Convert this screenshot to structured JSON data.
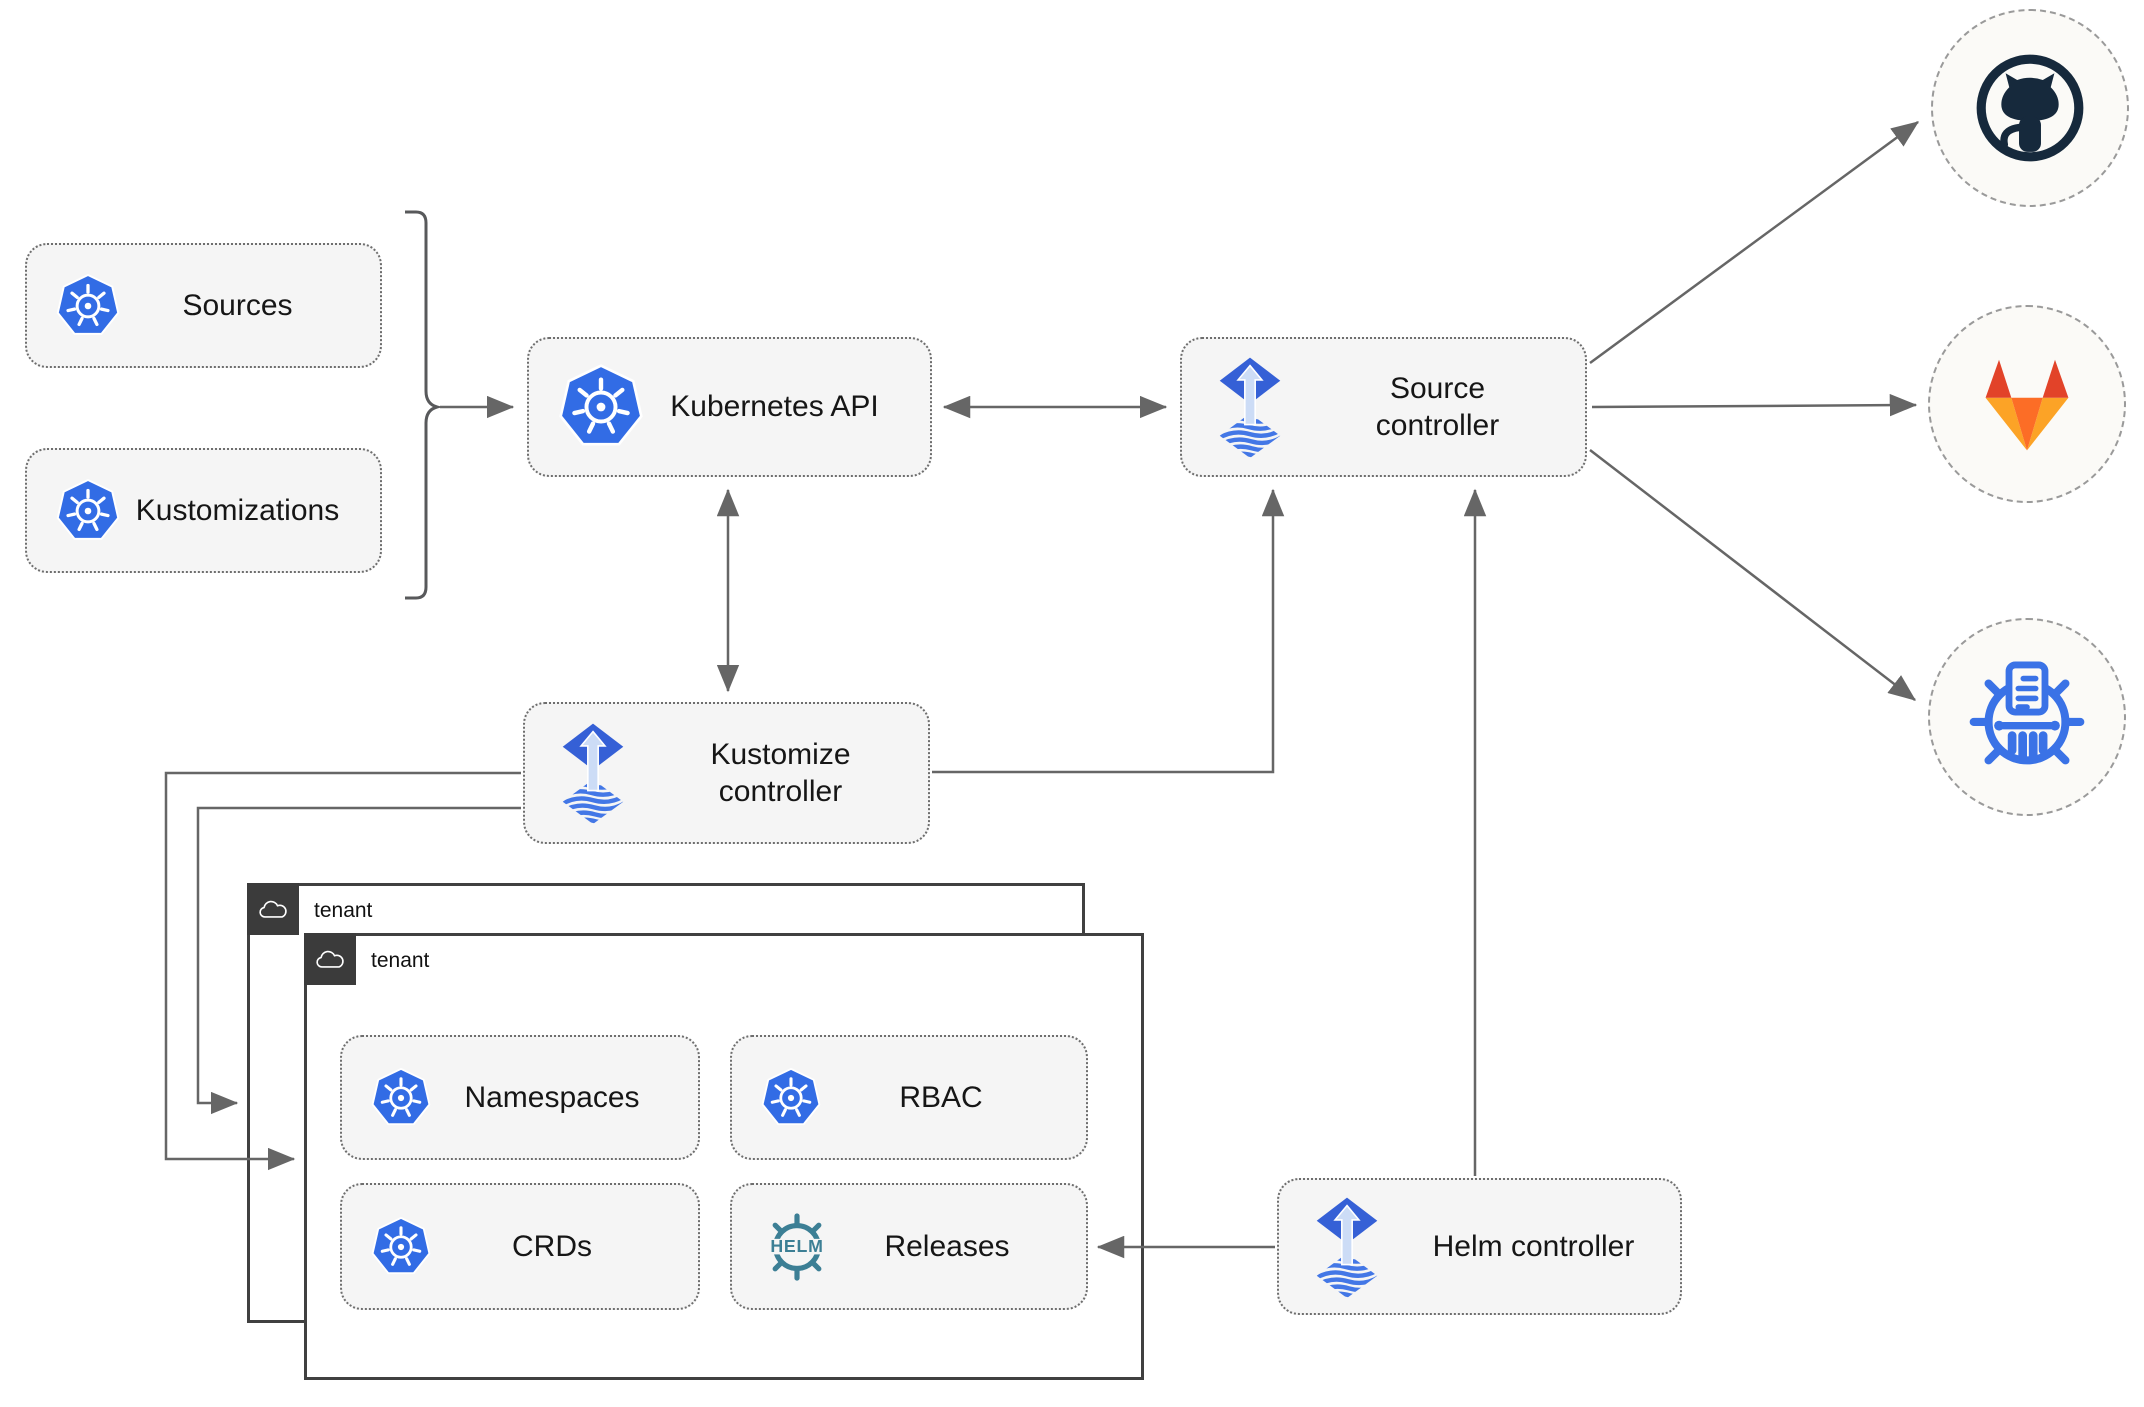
{
  "nodes": {
    "sources": "Sources",
    "kustomizations": "Kustomizations",
    "kubernetes_api": "Kubernetes API",
    "source_controller": "Source controller",
    "kustomize_controller": "Kustomize controller",
    "helm_controller": "Helm controller",
    "namespaces": "Namespaces",
    "rbac": "RBAC",
    "crds": "CRDs",
    "releases": "Releases"
  },
  "tenants": {
    "outer": "tenant",
    "inner": "tenant"
  },
  "icons": {
    "kubernetes": "kubernetes-wheel",
    "flux": "flux-diamond-up-arrow",
    "helm": "helm-ship-wheel",
    "helm_text": "HELM",
    "github": "github-octocat",
    "gitlab": "gitlab-tanuki",
    "chartmuseum": "chartmuseum-wheel",
    "cloud": "cloud-outline"
  },
  "colors": {
    "kubernetes_blue": "#326ce5",
    "flux_blue": "#3560d6",
    "flux_stripe_blue": "#4377e6",
    "flux_arrow_light": "#ccdcf6",
    "helm_teal": "#3c7f95",
    "github_dark": "#16293c",
    "gitlab_red": "#e24329",
    "gitlab_orange": "#fc6d26",
    "gitlab_amber": "#fca326",
    "chartmuseum_blue": "#3a72e6",
    "connector_gray": "#666666",
    "node_fill": "#f5f5f5",
    "circle_fill": "#fbfaf7",
    "tenant_border": "#404040"
  }
}
